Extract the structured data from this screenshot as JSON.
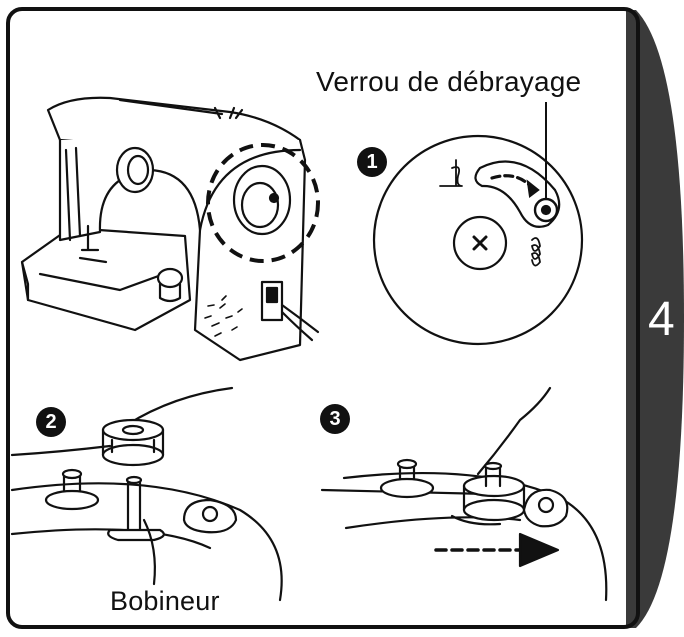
{
  "labels": {
    "release_lever": "Verrou de débrayage",
    "bobbin_winder": "Bobineur"
  },
  "steps": [
    "1",
    "2",
    "3"
  ],
  "page_tab": {
    "number": "4",
    "color": "#3a3a3a"
  },
  "colors": {
    "line": "#111111",
    "background": "#ffffff"
  }
}
